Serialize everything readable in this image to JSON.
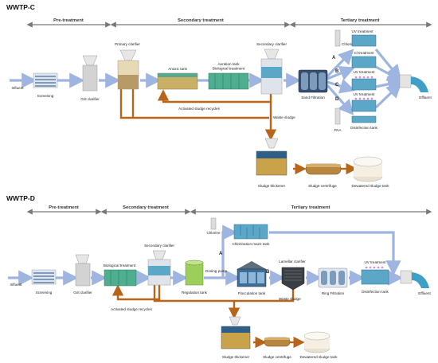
{
  "diagram_c": {
    "title": "WWTP-C",
    "phases": [
      "Pre-treatment",
      "Secondary treatment",
      "Tertiary treatment"
    ],
    "labels": {
      "influent": "Influent",
      "screening": "Screening",
      "grit": "Grit clarifier",
      "primary": "Primary clarifier",
      "anoxic": "Anoxic tank",
      "aeration": "Aeration tank\nBiological treatment",
      "secondary": "Secondary clarifier",
      "sand": "Sand Filtration",
      "chlorine": "Chlorine",
      "uv1": "UV treatment",
      "cl": "Cl treatment",
      "uv2": "UV treatment",
      "uv3": "UV treatment",
      "disinfection": "Disinfection tank",
      "paa": "PAA",
      "effluent": "Effluent",
      "recycle": "Activated sludge recycles",
      "waste": "Waste sludge",
      "thickener": "Sludge thickener",
      "centrifuge": "Sludge centrifuge",
      "dewatered": "Dewatered sludge tank"
    },
    "route_tags": [
      "A",
      "B",
      "C",
      "D"
    ]
  },
  "diagram_d": {
    "title": "WWTP-D",
    "phases": [
      "Pre-treatment",
      "Secondary treatment",
      "Tertiary treatment"
    ],
    "labels": {
      "influent": "Influent",
      "screening": "Screening",
      "grit": "Grit clarifier",
      "bio": "Biological treatment",
      "secondary": "Secondary clarifier",
      "regulation": "Regulation tank",
      "dosing": "Dosing pump",
      "chlorine": "Chlorine",
      "chlor_tank": "Chlorination maze tank",
      "flocc": "Flocculation tank",
      "lamellar": "Lamellar clarifier",
      "ring": "Ring Filtration",
      "uv": "UV treatment",
      "disinfection": "Disinfection tank",
      "effluent": "Effluent",
      "recycle": "Activated sludge recycles",
      "waste": "Waste sludge",
      "thickener": "Sludge thickener",
      "centrifuge": "Sludge centrifuge",
      "dewatered": "Dewatered sludge tank"
    },
    "route_tags": [
      "A",
      "B"
    ]
  },
  "colors": {
    "flow": "#9db5e0",
    "sludge": "#b8651a",
    "phase_bar": "#777777",
    "tank_blue": "#5aa7c7",
    "tank_green": "#4fae8f",
    "grit_grey": "#c9c9c9"
  }
}
